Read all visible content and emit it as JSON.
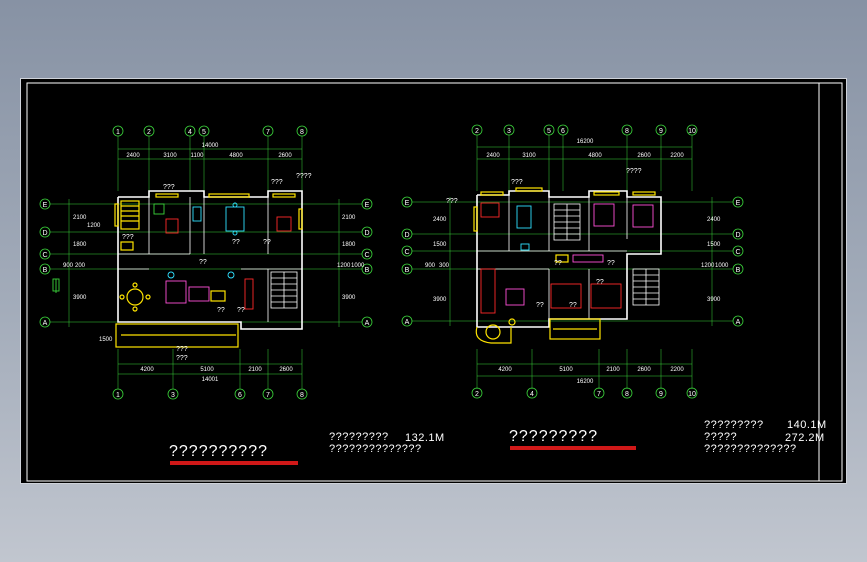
{
  "colors": {
    "background": "#000000",
    "wall": "#ffffff",
    "axis": "#3bd43b",
    "window": "#ffe400",
    "furniture_red": "#ff2a2a",
    "furniture_cyan": "#2fe0ff",
    "furniture_magenta": "#ff4fd8",
    "title_underline": "#d01818"
  },
  "plan_left": {
    "axis_top": [
      "1",
      "2",
      "4",
      "5",
      "7",
      "8"
    ],
    "axis_bottom": [
      "1",
      "3",
      "6",
      "7",
      "8"
    ],
    "axis_side": [
      "E",
      "D",
      "C",
      "B",
      "A"
    ],
    "total_top": "14000",
    "dims_top": [
      "2400",
      "3100",
      "1100",
      "4800",
      "2600"
    ],
    "total_bottom": "14001",
    "dims_bottom": [
      "4200",
      "5100",
      "2100",
      "2600"
    ],
    "dims_left": [
      "2100",
      "1200",
      "1800",
      "900",
      "200",
      "3900"
    ],
    "dims_left_extra": "1500",
    "dims_right": [
      "2100",
      "1800",
      "1200",
      "1000",
      "3900"
    ],
    "room_labels": [
      "???",
      "???",
      "??",
      "??",
      "??",
      "??",
      "??",
      "???",
      "????",
      "???",
      "???"
    ],
    "title": "??????????",
    "area_label": "?????????",
    "area_value": "132.1M",
    "area_note": "??????????????"
  },
  "plan_right": {
    "axis_top": [
      "2",
      "3",
      "5",
      "6",
      "8",
      "9",
      "10"
    ],
    "axis_bottom": [
      "2",
      "4",
      "7",
      "8",
      "9",
      "10"
    ],
    "axis_side": [
      "E",
      "D",
      "C",
      "B",
      "A"
    ],
    "total_top": "16200",
    "dims_top": [
      "2400",
      "3100",
      "4800",
      "2600",
      "2200"
    ],
    "total_bottom": "16200",
    "dims_bottom": [
      "4200",
      "5100",
      "2100",
      "2600",
      "2200"
    ],
    "dims_left": [
      "2400",
      "1500",
      "900",
      "300",
      "3900"
    ],
    "dims_right": [
      "2400",
      "1500",
      "1200",
      "1000",
      "3900"
    ],
    "room_labels": [
      "???",
      "????",
      "???",
      "??",
      "??",
      "??",
      "??",
      "??"
    ],
    "title": "?????????",
    "area_label_1": "?????????",
    "area_value_1": "140.1M",
    "area_label_2": "?????",
    "area_value_2": "272.2M",
    "area_note": "??????????????"
  }
}
